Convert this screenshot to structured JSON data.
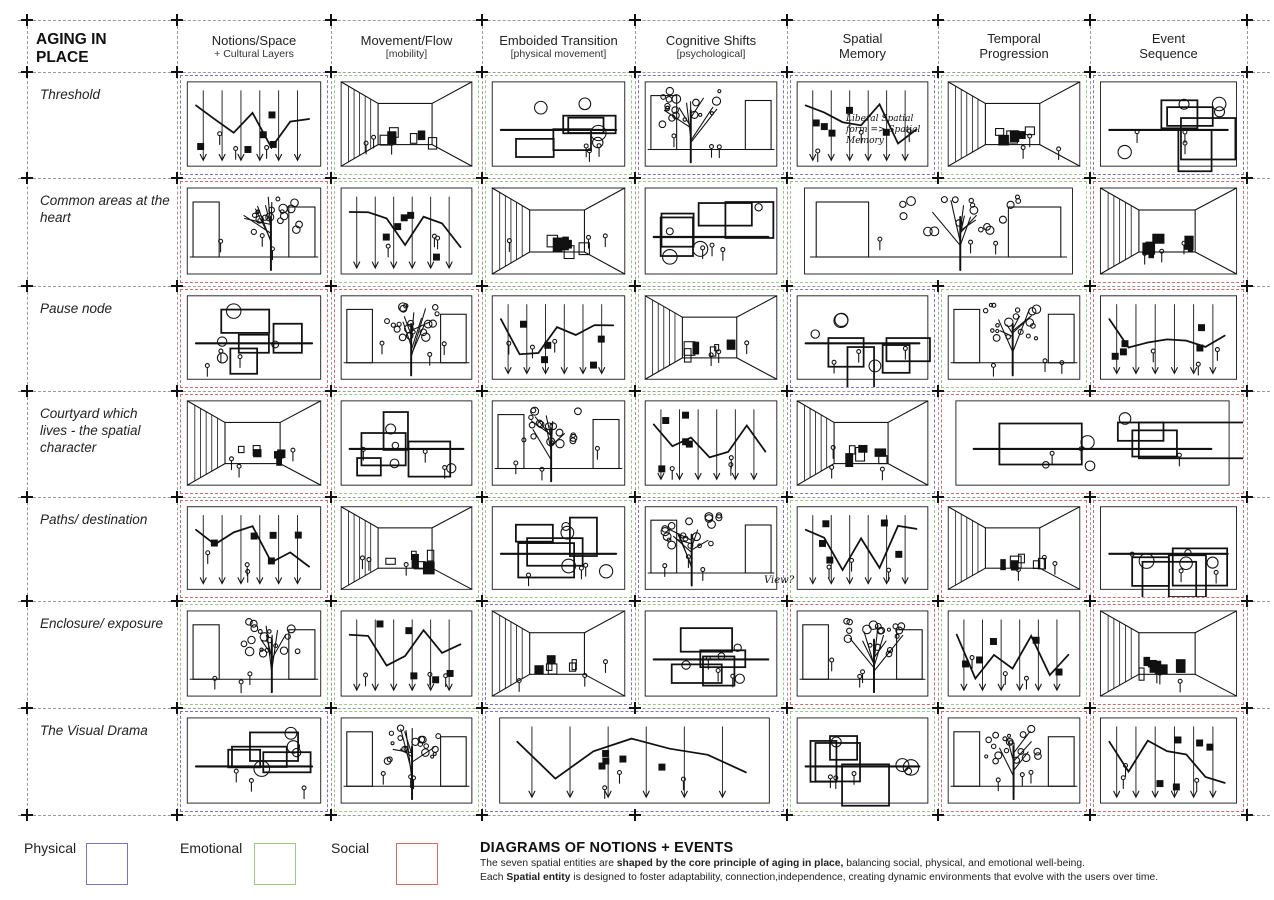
{
  "title": "AGING IN PLACE",
  "columns": [
    {
      "label": "Notions/Space",
      "sub": "+ Cultural Layers"
    },
    {
      "label": "Movement/Flow",
      "sub": "[mobility]"
    },
    {
      "label": "Emboided Transition",
      "sub": "[physical movement]"
    },
    {
      "label": "Cognitive Shifts",
      "sub": "[psychological]"
    },
    {
      "label": "Spatial Memory",
      "sub": ""
    },
    {
      "label": "Temporal Progression",
      "sub": ""
    },
    {
      "label": "Event Sequence",
      "sub": ""
    }
  ],
  "rows": [
    {
      "label": "Threshold"
    },
    {
      "label": "Common areas at the heart"
    },
    {
      "label": "Pause node"
    },
    {
      "label": "Courtyard which lives - the spatial character"
    },
    {
      "label": "Paths/ destination"
    },
    {
      "label": "Enclosure/ exposure"
    },
    {
      "label": "The Visual Drama"
    }
  ],
  "sketch_annotations": {
    "threshold_cognitive_note": "Liberal Spatial form => Spatial Memory",
    "paths_cognitive_note": "View?"
  },
  "legend": [
    {
      "label": "Physical",
      "color": "#7a74b8"
    },
    {
      "label": "Emotional",
      "color": "#9cc98a"
    },
    {
      "label": "Social",
      "color": "#c97068"
    }
  ],
  "footer": {
    "heading": "DIAGRAMS OF NOTIONS + EVENTS",
    "line1_a": "The seven spatial entities are ",
    "line1_b": "shaped by the core principle of aging in place,",
    "line1_c": " balancing social, physical, and emotional well-being.",
    "line2_a": "Each ",
    "line2_b": "Spatial entity",
    "line2_c": " is designed to foster adaptability, connection,independence, creating dynamic environments that evolve with the users over time."
  },
  "colors": {
    "physical": "#7a74b8",
    "emotional": "#9cc98a",
    "social": "#c97068",
    "ink": "#111111"
  }
}
